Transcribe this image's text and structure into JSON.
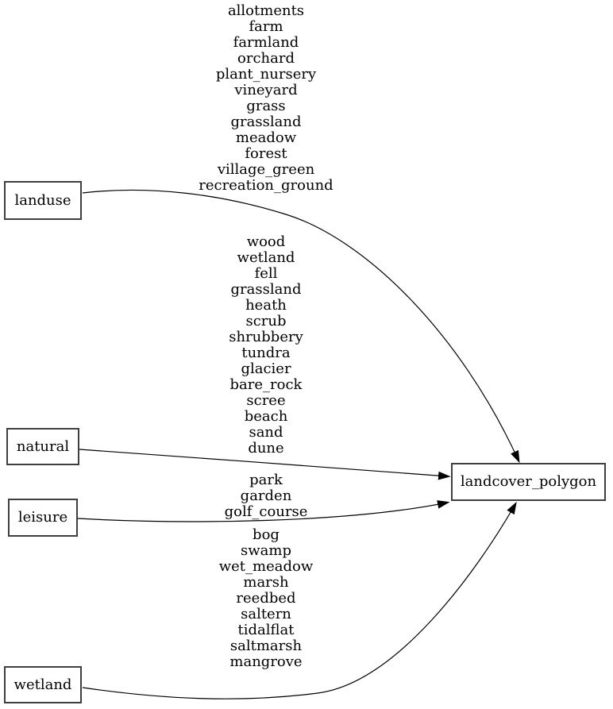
{
  "diagram": {
    "style": {
      "background_color": "#ffffff",
      "edge_color": "#000000",
      "node_border_color": "#3f3f3f",
      "node_fill_color": "#ffffff",
      "text_color": "#000000"
    },
    "nodes": [
      {
        "id": "landuse",
        "label": "landuse"
      },
      {
        "id": "natural",
        "label": "natural"
      },
      {
        "id": "leisure",
        "label": "leisure"
      },
      {
        "id": "wetland",
        "label": "wetland"
      },
      {
        "id": "landcover_polygon",
        "label": "landcover_polygon"
      }
    ],
    "edges": [
      {
        "from": "landuse",
        "to": "landcover_polygon",
        "values": [
          "allotments",
          "farm",
          "farmland",
          "orchard",
          "plant_nursery",
          "vineyard",
          "grass",
          "grassland",
          "meadow",
          "forest",
          "village_green",
          "recreation_ground"
        ]
      },
      {
        "from": "natural",
        "to": "landcover_polygon",
        "values": [
          "wood",
          "wetland",
          "fell",
          "grassland",
          "heath",
          "scrub",
          "shrubbery",
          "tundra",
          "glacier",
          "bare_rock",
          "scree",
          "beach",
          "sand",
          "dune"
        ]
      },
      {
        "from": "leisure",
        "to": "landcover_polygon",
        "values": [
          "park",
          "garden",
          "golf_course"
        ]
      },
      {
        "from": "wetland",
        "to": "landcover_polygon",
        "values": [
          "bog",
          "swamp",
          "wet_meadow",
          "marsh",
          "reedbed",
          "saltern",
          "tidalflat",
          "saltmarsh",
          "mangrove"
        ]
      }
    ]
  }
}
